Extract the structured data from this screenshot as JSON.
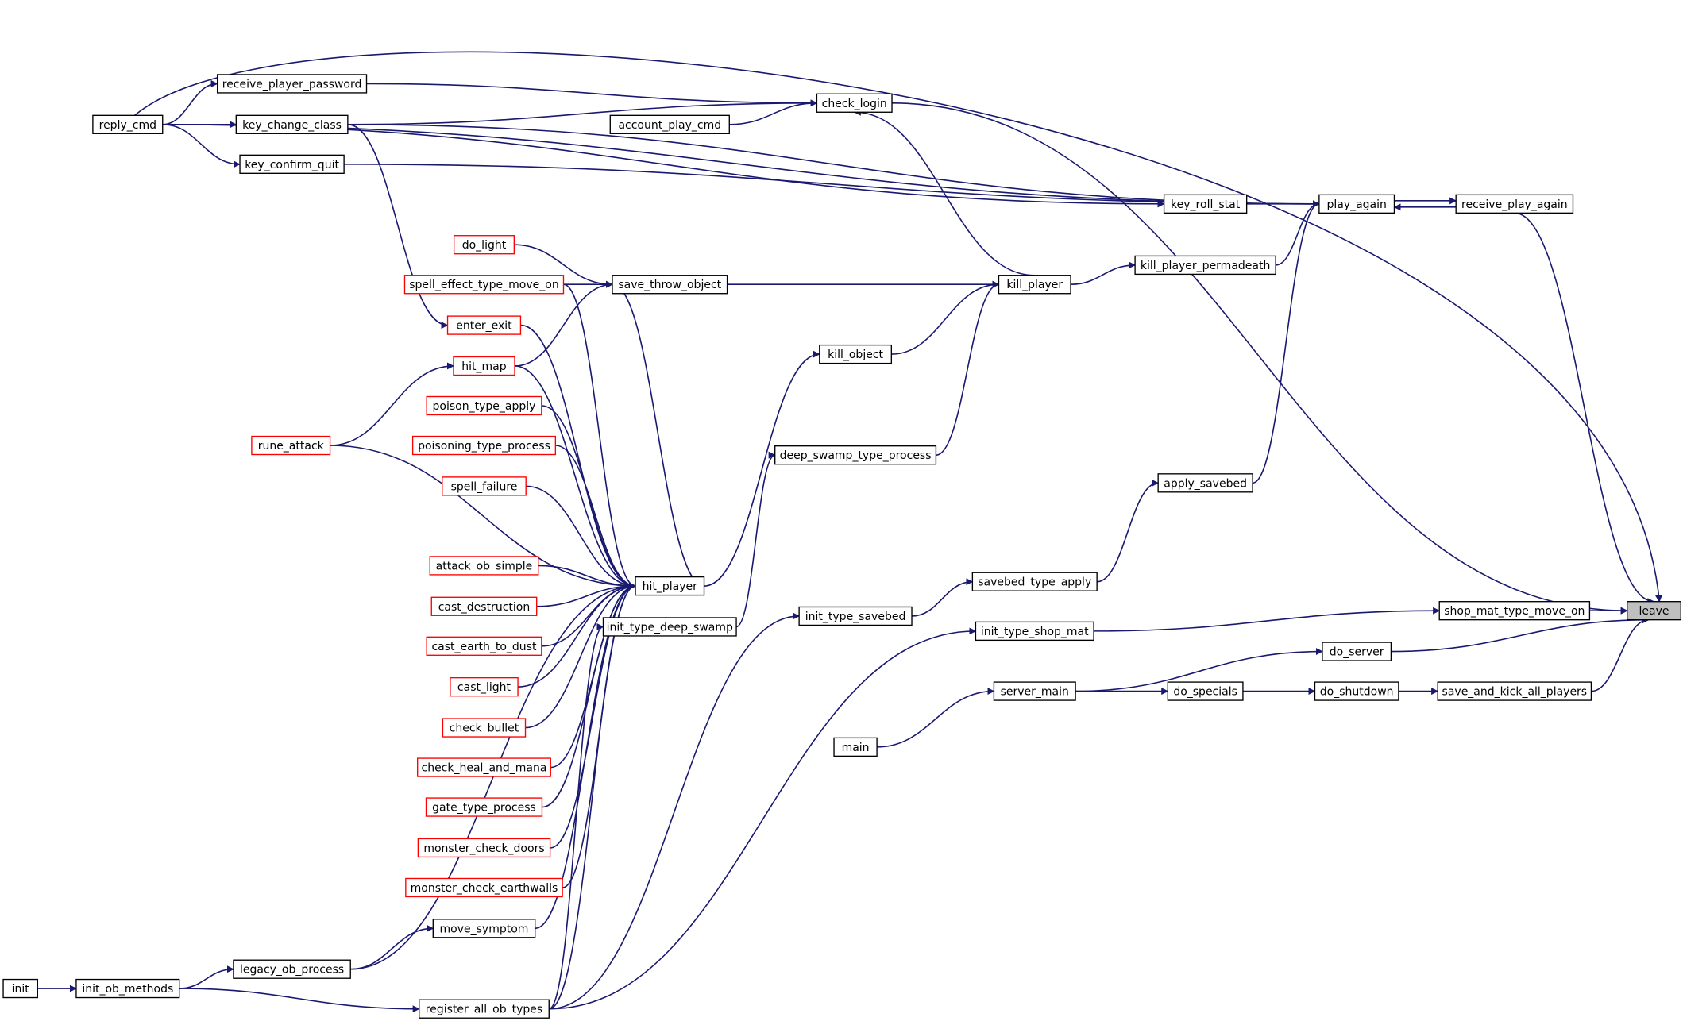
{
  "graph": {
    "edge_color": "#191970",
    "node_border_color": "#000000",
    "truncated_node_border_color": "#ff0000",
    "highlight_fill": "#bfbfbf",
    "focus_node": "leave",
    "nodes": [
      {
        "id": "leave",
        "label": "leave",
        "style": "highlight"
      },
      {
        "id": "check_login",
        "label": "check_login",
        "style": "normal"
      },
      {
        "id": "receive_player_password",
        "label": "receive_player_password",
        "style": "normal"
      },
      {
        "id": "reply_cmd",
        "label": "reply_cmd",
        "style": "normal"
      },
      {
        "id": "key_change_class",
        "label": "key_change_class",
        "style": "normal"
      },
      {
        "id": "account_play_cmd",
        "label": "account_play_cmd",
        "style": "normal"
      },
      {
        "id": "key_confirm_quit",
        "label": "key_confirm_quit",
        "style": "normal"
      },
      {
        "id": "key_roll_stat",
        "label": "key_roll_stat",
        "style": "normal"
      },
      {
        "id": "play_again",
        "label": "play_again",
        "style": "normal"
      },
      {
        "id": "receive_play_again",
        "label": "receive_play_again",
        "style": "normal"
      },
      {
        "id": "do_light",
        "label": "do_light",
        "style": "truncated"
      },
      {
        "id": "kill_player_permadeath",
        "label": "kill_player_permadeath",
        "style": "normal"
      },
      {
        "id": "spell_effect_type_move_on",
        "label": "spell_effect_type_move_on",
        "style": "truncated"
      },
      {
        "id": "save_throw_object",
        "label": "save_throw_object",
        "style": "normal"
      },
      {
        "id": "kill_player",
        "label": "kill_player",
        "style": "normal"
      },
      {
        "id": "enter_exit",
        "label": "enter_exit",
        "style": "truncated"
      },
      {
        "id": "kill_object",
        "label": "kill_object",
        "style": "normal"
      },
      {
        "id": "hit_map",
        "label": "hit_map",
        "style": "truncated"
      },
      {
        "id": "poison_type_apply",
        "label": "poison_type_apply",
        "style": "truncated"
      },
      {
        "id": "rune_attack",
        "label": "rune_attack",
        "style": "truncated"
      },
      {
        "id": "poisoning_type_process",
        "label": "poisoning_type_process",
        "style": "truncated"
      },
      {
        "id": "deep_swamp_type_process",
        "label": "deep_swamp_type_process",
        "style": "normal"
      },
      {
        "id": "apply_savebed",
        "label": "apply_savebed",
        "style": "normal"
      },
      {
        "id": "spell_failure",
        "label": "spell_failure",
        "style": "truncated"
      },
      {
        "id": "attack_ob_simple",
        "label": "attack_ob_simple",
        "style": "truncated"
      },
      {
        "id": "savebed_type_apply",
        "label": "savebed_type_apply",
        "style": "normal"
      },
      {
        "id": "hit_player",
        "label": "hit_player",
        "style": "normal"
      },
      {
        "id": "cast_destruction",
        "label": "cast_destruction",
        "style": "truncated"
      },
      {
        "id": "shop_mat_type_move_on",
        "label": "shop_mat_type_move_on",
        "style": "normal"
      },
      {
        "id": "init_type_savebed",
        "label": "init_type_savebed",
        "style": "normal"
      },
      {
        "id": "init_type_deep_swamp",
        "label": "init_type_deep_swamp",
        "style": "normal"
      },
      {
        "id": "init_type_shop_mat",
        "label": "init_type_shop_mat",
        "style": "normal"
      },
      {
        "id": "cast_earth_to_dust",
        "label": "cast_earth_to_dust",
        "style": "truncated"
      },
      {
        "id": "do_server",
        "label": "do_server",
        "style": "normal"
      },
      {
        "id": "cast_light",
        "label": "cast_light",
        "style": "truncated"
      },
      {
        "id": "server_main",
        "label": "server_main",
        "style": "normal"
      },
      {
        "id": "do_specials",
        "label": "do_specials",
        "style": "normal"
      },
      {
        "id": "do_shutdown",
        "label": "do_shutdown",
        "style": "normal"
      },
      {
        "id": "save_and_kick_all_players",
        "label": "save_and_kick_all_players",
        "style": "normal"
      },
      {
        "id": "check_bullet",
        "label": "check_bullet",
        "style": "truncated"
      },
      {
        "id": "main",
        "label": "main",
        "style": "normal"
      },
      {
        "id": "check_heal_and_mana",
        "label": "check_heal_and_mana",
        "style": "truncated"
      },
      {
        "id": "gate_type_process",
        "label": "gate_type_process",
        "style": "truncated"
      },
      {
        "id": "monster_check_doors",
        "label": "monster_check_doors",
        "style": "truncated"
      },
      {
        "id": "monster_check_earthwalls",
        "label": "monster_check_earthwalls",
        "style": "truncated"
      },
      {
        "id": "move_symptom",
        "label": "move_symptom",
        "style": "normal"
      },
      {
        "id": "legacy_ob_process",
        "label": "legacy_ob_process",
        "style": "normal"
      },
      {
        "id": "init",
        "label": "init",
        "style": "normal"
      },
      {
        "id": "init_ob_methods",
        "label": "init_ob_methods",
        "style": "normal"
      },
      {
        "id": "register_all_ob_types",
        "label": "register_all_ob_types",
        "style": "normal"
      }
    ],
    "edges": [
      [
        "check_login",
        "leave"
      ],
      [
        "receive_player_password",
        "check_login"
      ],
      [
        "reply_cmd",
        "receive_player_password"
      ],
      [
        "key_change_class",
        "check_login"
      ],
      [
        "reply_cmd",
        "key_change_class"
      ],
      [
        "account_play_cmd",
        "check_login"
      ],
      [
        "kill_player",
        "check_login"
      ],
      [
        "play_again",
        "receive_play_again"
      ],
      [
        "receive_play_again",
        "play_again"
      ],
      [
        "receive_play_again",
        "leave"
      ],
      [
        "reply_cmd",
        "play_again"
      ],
      [
        "key_change_class",
        "play_again"
      ],
      [
        "key_confirm_quit",
        "play_again"
      ],
      [
        "reply_cmd",
        "key_confirm_quit"
      ],
      [
        "key_roll_stat",
        "play_again"
      ],
      [
        "reply_cmd",
        "key_roll_stat"
      ],
      [
        "kill_player_permadeath",
        "play_again"
      ],
      [
        "kill_player",
        "kill_player_permadeath"
      ],
      [
        "apply_savebed",
        "play_again"
      ],
      [
        "savebed_type_apply",
        "apply_savebed"
      ],
      [
        "init_type_savebed",
        "savebed_type_apply"
      ],
      [
        "register_all_ob_types",
        "init_type_savebed"
      ],
      [
        "save_throw_object",
        "kill_player"
      ],
      [
        "do_light",
        "save_throw_object"
      ],
      [
        "spell_effect_type_move_on",
        "save_throw_object"
      ],
      [
        "hit_map",
        "save_throw_object"
      ],
      [
        "hit_player",
        "save_throw_object"
      ],
      [
        "kill_object",
        "kill_player"
      ],
      [
        "hit_player",
        "kill_object"
      ],
      [
        "deep_swamp_type_process",
        "kill_player"
      ],
      [
        "init_type_deep_swamp",
        "deep_swamp_type_process"
      ],
      [
        "register_all_ob_types",
        "init_type_deep_swamp"
      ],
      [
        "key_change_class",
        "enter_exit"
      ],
      [
        "rune_attack",
        "hit_map"
      ],
      [
        "rune_attack",
        "hit_player"
      ],
      [
        "spell_effect_type_move_on",
        "hit_player"
      ],
      [
        "enter_exit",
        "hit_player"
      ],
      [
        "hit_map",
        "hit_player"
      ],
      [
        "poison_type_apply",
        "hit_player"
      ],
      [
        "poisoning_type_process",
        "hit_player"
      ],
      [
        "spell_failure",
        "hit_player"
      ],
      [
        "attack_ob_simple",
        "hit_player"
      ],
      [
        "cast_destruction",
        "hit_player"
      ],
      [
        "cast_earth_to_dust",
        "hit_player"
      ],
      [
        "cast_light",
        "hit_player"
      ],
      [
        "check_bullet",
        "hit_player"
      ],
      [
        "check_heal_and_mana",
        "hit_player"
      ],
      [
        "gate_type_process",
        "hit_player"
      ],
      [
        "monster_check_doors",
        "hit_player"
      ],
      [
        "monster_check_earthwalls",
        "hit_player"
      ],
      [
        "move_symptom",
        "hit_player"
      ],
      [
        "legacy_ob_process",
        "hit_player"
      ],
      [
        "register_all_ob_types",
        "hit_player"
      ],
      [
        "legacy_ob_process",
        "move_symptom"
      ],
      [
        "init_ob_methods",
        "legacy_ob_process"
      ],
      [
        "init",
        "init_ob_methods"
      ],
      [
        "init_ob_methods",
        "register_all_ob_types"
      ],
      [
        "shop_mat_type_move_on",
        "leave"
      ],
      [
        "init_type_shop_mat",
        "shop_mat_type_move_on"
      ],
      [
        "register_all_ob_types",
        "init_type_shop_mat"
      ],
      [
        "do_server",
        "leave"
      ],
      [
        "server_main",
        "do_server"
      ],
      [
        "main",
        "server_main"
      ],
      [
        "server_main",
        "do_specials"
      ],
      [
        "do_specials",
        "do_shutdown"
      ],
      [
        "do_shutdown",
        "save_and_kick_all_players"
      ],
      [
        "save_and_kick_all_players",
        "leave"
      ],
      [
        "reply_cmd",
        "leave"
      ]
    ]
  }
}
